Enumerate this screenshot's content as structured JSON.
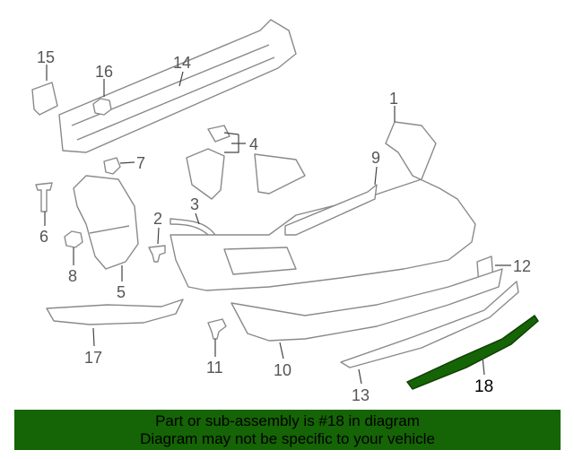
{
  "diagram": {
    "callouts": [
      {
        "id": "1",
        "label": "1"
      },
      {
        "id": "2",
        "label": "2"
      },
      {
        "id": "3",
        "label": "3"
      },
      {
        "id": "4",
        "label": "4"
      },
      {
        "id": "5",
        "label": "5"
      },
      {
        "id": "6",
        "label": "6"
      },
      {
        "id": "7",
        "label": "7"
      },
      {
        "id": "8",
        "label": "8"
      },
      {
        "id": "9",
        "label": "9"
      },
      {
        "id": "10",
        "label": "10"
      },
      {
        "id": "11",
        "label": "11"
      },
      {
        "id": "12",
        "label": "12"
      },
      {
        "id": "13",
        "label": "13"
      },
      {
        "id": "14",
        "label": "14"
      },
      {
        "id": "15",
        "label": "15"
      },
      {
        "id": "16",
        "label": "16"
      },
      {
        "id": "17",
        "label": "17"
      },
      {
        "id": "18",
        "label": "18"
      }
    ],
    "highlight_color": "#156405"
  },
  "banner": {
    "line1": "Part or sub-assembly is #18 in diagram",
    "line2": "Diagram may not be specific to your vehicle",
    "color": "#156405"
  }
}
